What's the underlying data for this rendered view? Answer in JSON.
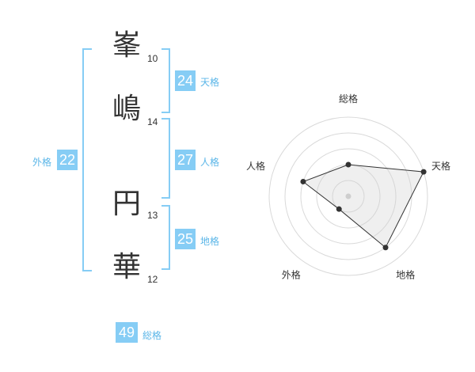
{
  "name": {
    "chars": [
      {
        "char": "峯",
        "strokes": "10"
      },
      {
        "char": "嶋",
        "strokes": "14"
      },
      {
        "char": "円",
        "strokes": "13"
      },
      {
        "char": "華",
        "strokes": "12"
      }
    ]
  },
  "fortunes": {
    "tenkaku": {
      "value": "24",
      "label": "天格"
    },
    "jinkaku": {
      "value": "27",
      "label": "人格"
    },
    "chikaku": {
      "value": "25",
      "label": "地格"
    },
    "gaikaku": {
      "value": "22",
      "label": "外格"
    },
    "soukaku": {
      "value": "49",
      "label": "総格"
    }
  },
  "colors": {
    "accent": "#86CDF5",
    "accent_text": "#5BB6E8"
  },
  "chart_data": {
    "type": "radar",
    "axes": [
      "総格",
      "天格",
      "地格",
      "外格",
      "人格"
    ],
    "values": [
      2,
      5,
      4,
      1,
      3
    ],
    "max": 5,
    "rings": 5
  }
}
